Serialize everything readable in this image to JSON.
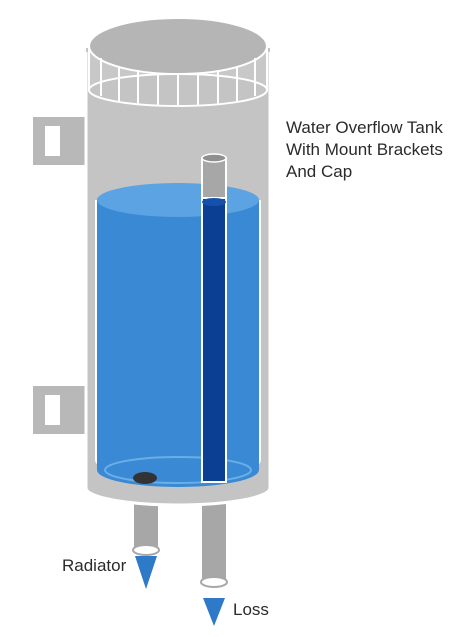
{
  "caption": {
    "lines": [
      "Water Overflow Tank",
      "With Mount Brackets",
      "And Cap"
    ]
  },
  "labels": {
    "radiator": "Radiator",
    "loss": "Loss"
  },
  "colors": {
    "tank_body": "#c4c4c4",
    "tank_outline": "#ffffff",
    "cap_top": "#b5b5b5",
    "bracket": "#b8b8b8",
    "water": "#3a89d4",
    "water_light": "#5ba3e3",
    "inner_tube": "#0a3f94",
    "pipe": "#a7a7a7",
    "arrow": "#2e79c8",
    "drain_hole": "#333333",
    "text": "#2b2b2b"
  }
}
